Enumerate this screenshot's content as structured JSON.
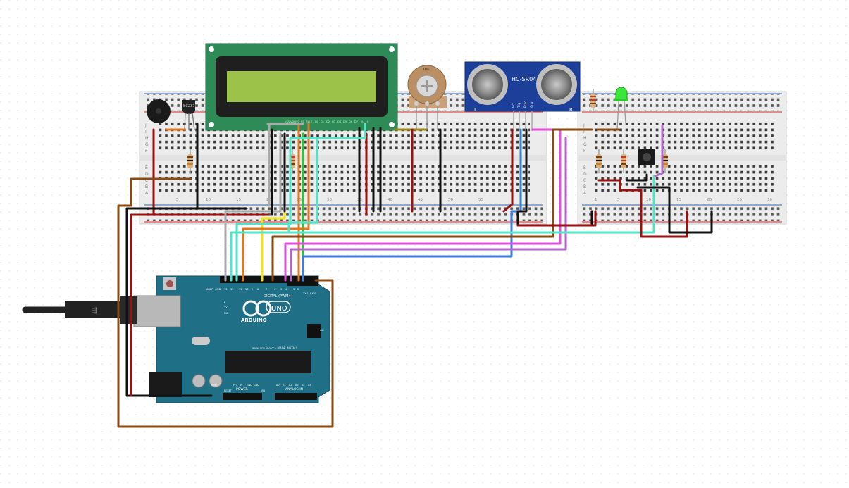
{
  "colors": {
    "canvas_dots": "#dcdcdc",
    "breadboard": "#ececec",
    "rail_red": "#e05050",
    "rail_blue": "#5080c0",
    "lcd_pcb": "#2e8b57",
    "lcd_screen": "#9cc24a",
    "arduino": "#1f6f86",
    "sensor_pcb": "#1c3f99",
    "led": "#39e639",
    "wire_red": "#9b1010",
    "wire_black": "#111111",
    "wire_brown": "#8b4a12",
    "wire_orange": "#e07820",
    "wire_yellow": "#f2e21a",
    "wire_gray": "#a9a9a9",
    "wire_green": "#29c43a",
    "wire_cyan": "#4fe6c8",
    "wire_pink": "#e34fe0",
    "wire_purple": "#b268c8",
    "wire_blue": "#3b7fd6",
    "wire_olive": "#9a8a1a"
  },
  "breadboard": {
    "row_letters_top": [
      "J",
      "I",
      "H",
      "G",
      "F"
    ],
    "row_letters_bottom": [
      "E",
      "D",
      "C",
      "B",
      "A"
    ],
    "col_numbers_left": [
      "5",
      "10",
      "15",
      "20",
      "25",
      "30",
      "35",
      "40",
      "45",
      "50",
      "55"
    ],
    "col_numbers_right": [
      "1",
      "5",
      "10",
      "15",
      "20",
      "25",
      "30"
    ]
  },
  "components": {
    "transistor_label": "BC237",
    "pot_label": "10K",
    "sensor_label": "HC-SR04",
    "sensor_t": "T",
    "sensor_r": "R",
    "sensor_pins": [
      "Vcc",
      "Trig",
      "Echo",
      "Gnd"
    ],
    "lcd_pins": [
      "VSS",
      "VDD",
      "V0",
      "RS",
      "RW",
      "E",
      "D0",
      "D1",
      "D2",
      "D3",
      "D4",
      "D5",
      "D6",
      "D7",
      "A",
      "K"
    ]
  },
  "arduino": {
    "brand": "ARDUINO",
    "model": "UNO",
    "digital_label": "DIGITAL (PWM~)",
    "power_label": "POWER",
    "analog_label": "ANALOG IN",
    "url_label": "www.arduino.cc - MADE IN ITALY",
    "ioref": "IOREF",
    "aref": "AREF",
    "gnd": "GND",
    "digital_pins": [
      "13",
      "12",
      "~11",
      "~10",
      "~9",
      "8",
      "7",
      "~6",
      "~5",
      "4",
      "~3",
      "2",
      "TX 1",
      "RX 0"
    ],
    "power_pins": [
      "RESET",
      "3V3",
      "5V",
      "GND",
      "GND",
      "VIN"
    ],
    "analog_pins": [
      "A0",
      "A1",
      "A2",
      "A3",
      "A4",
      "A5"
    ],
    "tx": "TX",
    "rx": "RX",
    "on": "ON",
    "l": "L"
  }
}
